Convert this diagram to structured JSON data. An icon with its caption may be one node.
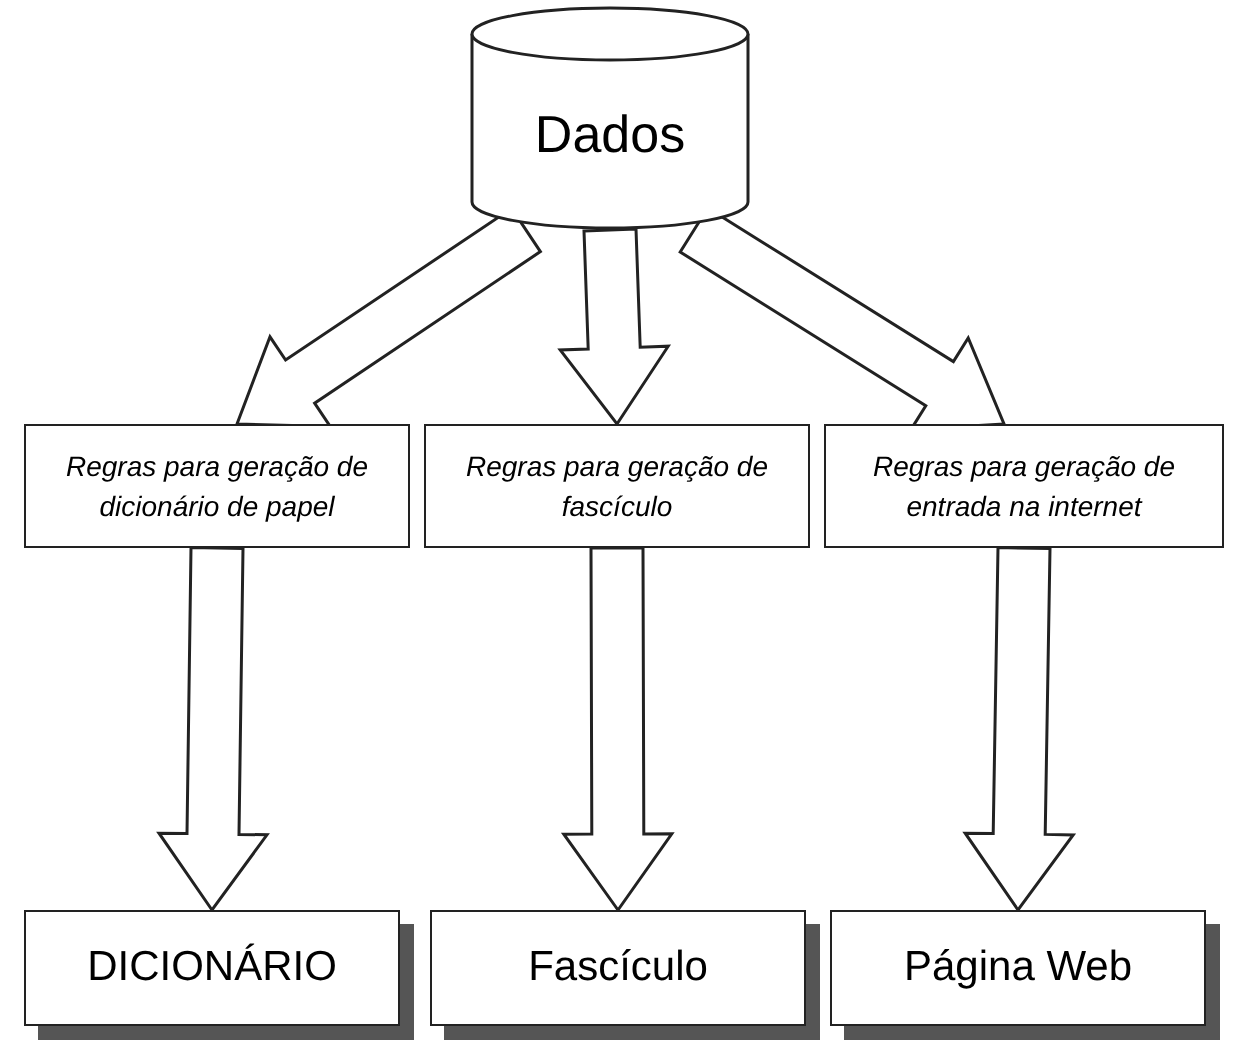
{
  "diagram": {
    "nodes": [
      {
        "text": [
          "Dados"
        ]
      },
      {
        "text": [
          "Regras para geração de dicionário de papel"
        ]
      },
      {
        "text": [
          "Regras para geração de fascículo"
        ]
      },
      {
        "text": [
          "Regras para geração de entrada na internet"
        ]
      },
      {
        "text": [
          "DICIONÁRIO"
        ]
      },
      {
        "text": [
          "Fascículo"
        ]
      },
      {
        "text": [
          "Página Web"
        ]
      }
    ],
    "edges": [
      {
        "from": 0,
        "to": 1,
        "arrow": "to"
      },
      {
        "from": 0,
        "to": 2,
        "arrow": "to"
      },
      {
        "from": 0,
        "to": 3,
        "arrow": "to"
      },
      {
        "from": 1,
        "to": 4,
        "arrow": "to"
      },
      {
        "from": 2,
        "to": 5,
        "arrow": "to"
      },
      {
        "from": 3,
        "to": 6,
        "arrow": "to"
      }
    ]
  }
}
